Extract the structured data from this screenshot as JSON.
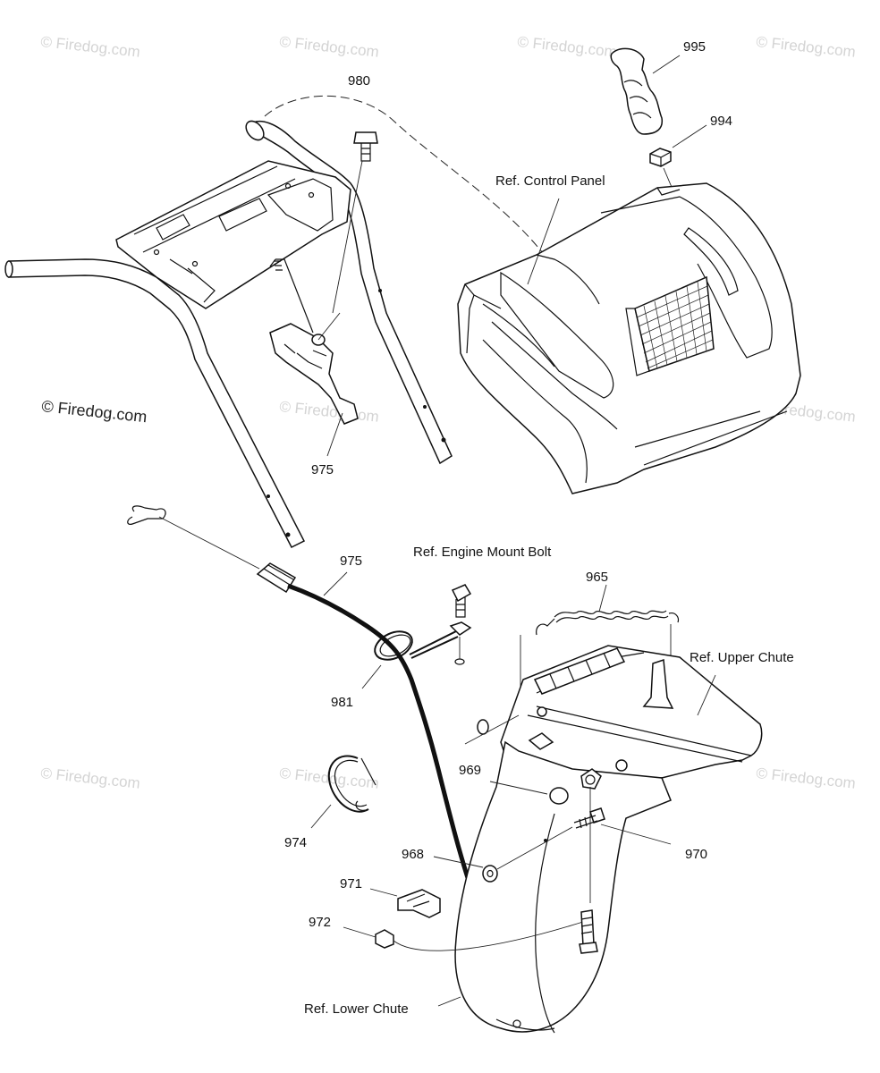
{
  "watermarks": {
    "main": "© Firedog.com",
    "repeat": "© Firedog.com"
  },
  "callouts": {
    "p995": "995",
    "p994": "994",
    "p980": "980",
    "ref_control_panel": "Ref. Control Panel",
    "p975_upper": "975",
    "p975_lower": "975",
    "ref_engine_mount_bolt": "Ref. Engine Mount Bolt",
    "p965": "965",
    "ref_upper_chute": "Ref. Upper Chute",
    "p981": "981",
    "p969": "969",
    "p970": "970",
    "p974": "974",
    "p968": "968",
    "p971": "971",
    "p972": "972",
    "ref_lower_chute": "Ref. Lower Chute"
  }
}
